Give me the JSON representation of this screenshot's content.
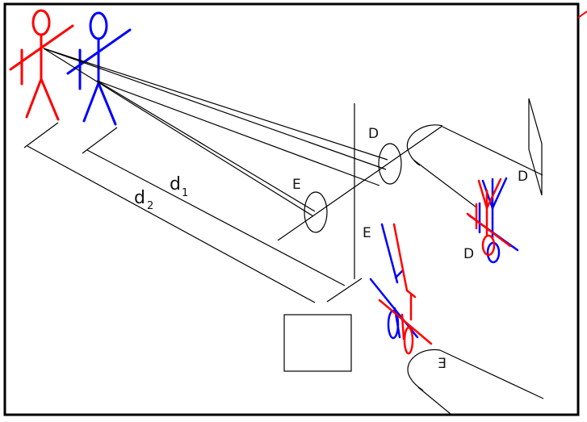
{
  "labels": {
    "lens_e": "E",
    "lens_d": "D",
    "image_e": "E",
    "image_d": "D",
    "image_e_mirrored": "E",
    "dist_1": "d",
    "dist_1_sub": "1",
    "dist_2": "d",
    "dist_2_sub": "2"
  },
  "colors": {
    "person_near": "#ff0000",
    "person_far": "#0000ff",
    "lines": "#000000",
    "frame": "#000000"
  },
  "figures": {
    "person_near": "stick-figure-red",
    "person_far": "stick-figure-blue",
    "eye_left": "eye-left",
    "eye_right": "eye-right"
  }
}
